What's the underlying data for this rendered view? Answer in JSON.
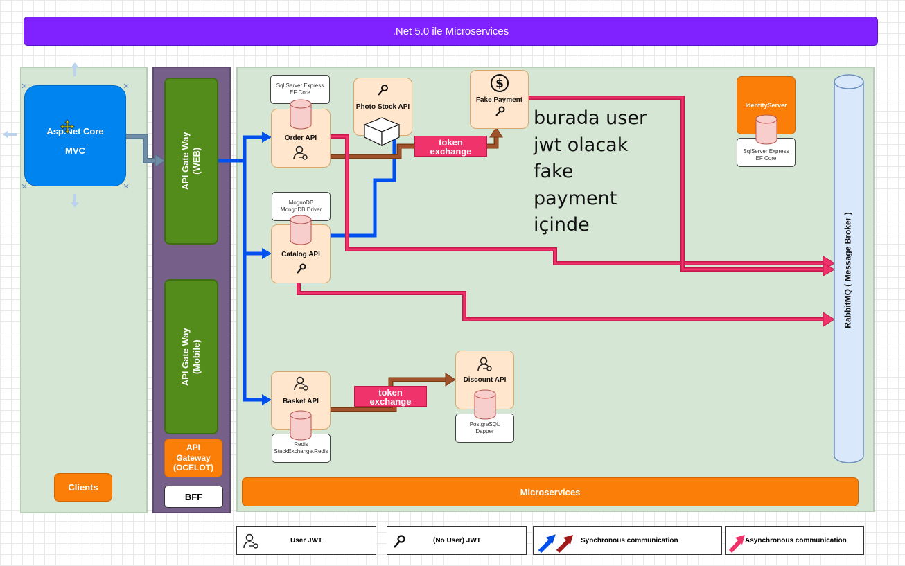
{
  "title": ".Net 5.0 ile Microservices",
  "clients": {
    "mvc_label_line1": "Asp.Net Core",
    "mvc_label_line2": "MVC",
    "clients_label": "Clients"
  },
  "gateways": {
    "web_label": "API Gate Way\n(WEB)",
    "mobile_label": "API Gate Way\n(Mobile)",
    "ocelot_label": "API\nGateway\n(OCELOT)",
    "bff_label": "BFF"
  },
  "services": {
    "order": {
      "label": "Order API",
      "db_line1": "Sql Server Express",
      "db_line2": "EF Core"
    },
    "photo": {
      "label": "Photo Stock API"
    },
    "fake_payment": {
      "label": "Fake Payment"
    },
    "catalog": {
      "label": "Catalog API",
      "db_line1": "MognoDB",
      "db_line2": "MongoDB.Driver"
    },
    "basket": {
      "label": "Basket API",
      "db_line1": "Redis",
      "db_line2": "StackExchange.Redis"
    },
    "discount": {
      "label": "Discount API",
      "db_line1": "PostgreSQL",
      "db_line2": "Dapper"
    },
    "identity": {
      "label": "IdentityServer",
      "db_line1": "SqlServer Express",
      "db_line2": "EF Core"
    }
  },
  "token_exchange": {
    "line1": "token",
    "line2": "exchange"
  },
  "handwritten_note": [
    "burada user",
    "jwt olacak",
    "fake",
    "payment",
    "içinde"
  ],
  "message_broker": "RabbitMQ ( Message Broker )",
  "microservices_label": "Microservices",
  "legend": {
    "user_jwt": "User  JWT",
    "no_user_jwt": "(No User) JWT",
    "sync": "Synchronous communication",
    "async": "Asynchronous communication"
  },
  "colors": {
    "title_bar": "#7f22ff",
    "panel_green": "#d5e6d4",
    "gateway_green": "#538c1b",
    "orange": "#fa7e07",
    "sync_blue": "#0050ef",
    "sync_brown": "#a0522d",
    "async_pink": "#f0336b",
    "broker_blue": "#dae8fc"
  }
}
